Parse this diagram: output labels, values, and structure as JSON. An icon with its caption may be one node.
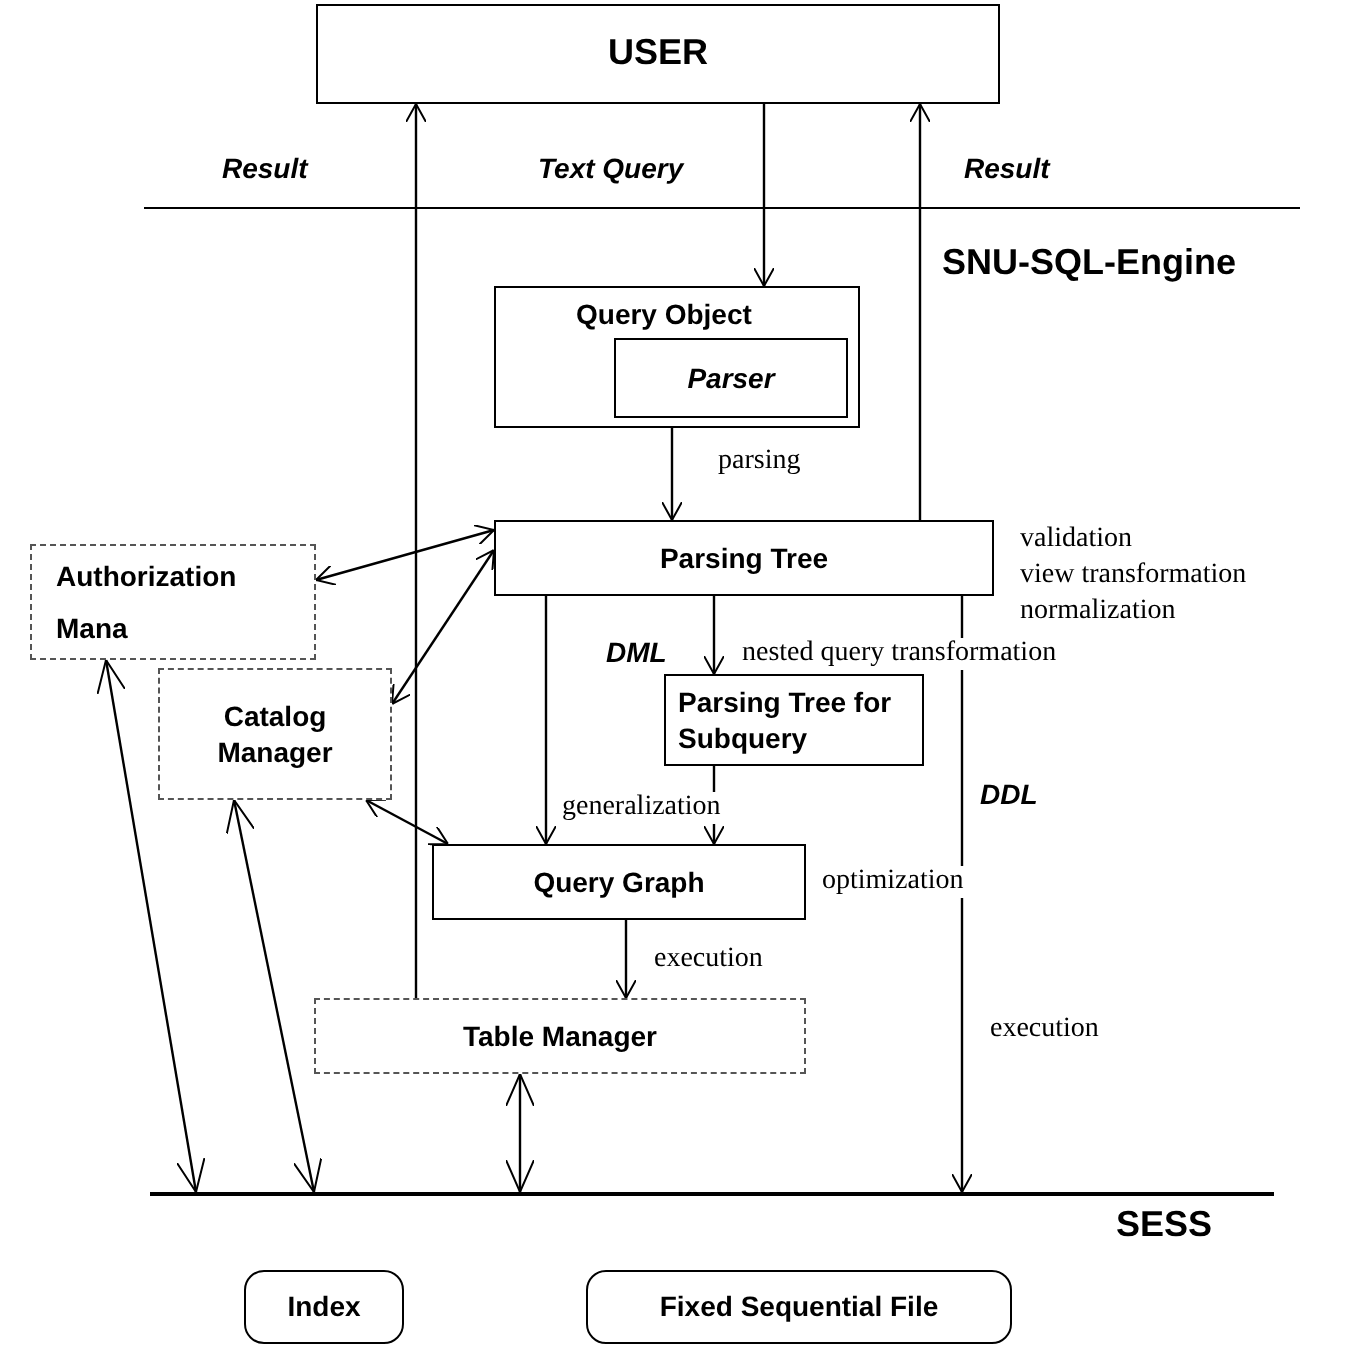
{
  "diagram": {
    "nodes": [
      {
        "text": [
          "USER"
        ]
      },
      {
        "text": [
          "Query Object"
        ]
      },
      {
        "text": [
          "Parser"
        ],
        "in": 1
      },
      {
        "text": [
          "Parsing Tree"
        ],
        "beside": [
          "validation",
          "view transformation",
          "normalization"
        ]
      },
      {
        "text": [
          "Authorization Mana"
        ]
      },
      {
        "text": [
          "Catalog Manager"
        ]
      },
      {
        "text": [
          "Parsing Tree for Subquery"
        ]
      },
      {
        "text": [
          "Query Graph"
        ],
        "beside": [
          "optimization"
        ]
      },
      {
        "text": [
          "Table Manager"
        ]
      },
      {
        "text": [],
        "shape": "bar",
        "beside": [
          "SESS"
        ]
      },
      {
        "text": [
          "Index"
        ]
      },
      {
        "text": [
          "Fixed Sequential File"
        ]
      }
    ],
    "edges": [
      {
        "from": 8,
        "to": 0,
        "arrow": "to",
        "label": "Result"
      },
      {
        "from": 0,
        "to": 1,
        "arrow": "to",
        "label": "Text Query"
      },
      {
        "from": 3,
        "to": 0,
        "arrow": "to",
        "label": "Result"
      },
      {
        "from": 1,
        "to": 3,
        "arrow": "to",
        "label": "parsing"
      },
      {
        "from": 3,
        "to": 4,
        "arrow": "both"
      },
      {
        "from": 3,
        "to": 5,
        "arrow": "both"
      },
      {
        "from": 5,
        "to": 7,
        "arrow": "both"
      },
      {
        "from": 3,
        "to": 7,
        "arrow": "to",
        "label": "DML"
      },
      {
        "from": 3,
        "to": 6,
        "arrow": "to",
        "label": "nested query transformation"
      },
      {
        "from": 6,
        "to": 7,
        "arrow": "to",
        "label": "generalization"
      },
      {
        "from": 3,
        "to": 9,
        "arrow": "to",
        "label": "DDL"
      },
      {
        "from": 7,
        "to": 8,
        "arrow": "to",
        "label": "execution"
      },
      {
        "from": 4,
        "to": 9,
        "arrow": "both"
      },
      {
        "from": 5,
        "to": 9,
        "arrow": "both"
      },
      {
        "from": 8,
        "to": 9,
        "arrow": "both"
      }
    ],
    "labels": [
      "SNU-SQL-Engine",
      "execution"
    ]
  }
}
